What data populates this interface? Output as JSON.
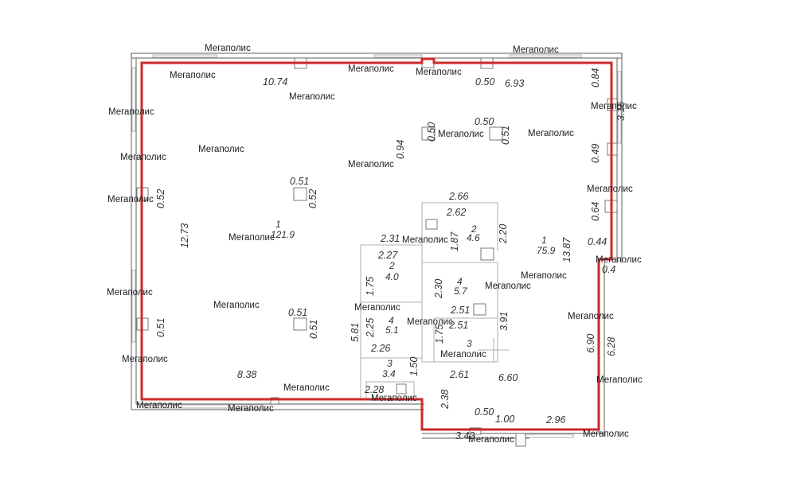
{
  "watermark_text": "Мегаполис",
  "outline_color": "#cc2a2a",
  "dimensions": [
    "10.74",
    "0.50",
    "6.93",
    "0.84",
    "3.16",
    "0.49",
    "0.64",
    "0.44",
    "0.4",
    "0.50",
    "0.51",
    "0.50",
    "0.94",
    "0.51",
    "0.52",
    "0.52",
    "12.73",
    "2.66",
    "2.62",
    "1.87",
    "2.20",
    "2.31",
    "2.27",
    "1.75",
    "2.30",
    "13.87",
    "2.51",
    "2.51",
    "3.91",
    "5.81",
    "2.25",
    "1.75",
    "0.51",
    "0.51",
    "0.51",
    "2.26",
    "1.50",
    "8.38",
    "2.61",
    "6.60",
    "6.90",
    "6.28",
    "2.28",
    "2.38",
    "0.50",
    "1.00",
    "2.96",
    "3.42"
  ],
  "rooms": [
    {
      "number": "1",
      "area": "121.9"
    },
    {
      "number": "2",
      "area": "4.6"
    },
    {
      "number": "1",
      "area": "75.9"
    },
    {
      "number": "2",
      "area": "4.0"
    },
    {
      "number": "4",
      "area": "5.7"
    },
    {
      "number": "4",
      "area": "5.1"
    },
    {
      "number": "3",
      "area": ""
    },
    {
      "number": "3",
      "area": "3.4"
    }
  ]
}
